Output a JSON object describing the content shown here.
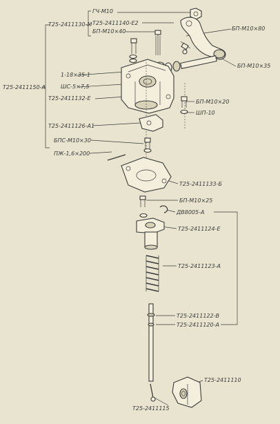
{
  "labels": {
    "gch_m10": "ГЧ-М10",
    "t25_2411130_m": "Т25-2411130-М",
    "t25_2411140_e2": "Т25-2411140-Е2",
    "bp_m10x40": "БП-М10×40",
    "bp_m10x80": "БП-М10×80",
    "bp_m10x35": "БП-М10×35",
    "t25_2411150_a": "Т25-2411150-А",
    "b_18x35_1": "1-18×35-1",
    "shs_5x7_5": "ШС-5×7,5",
    "t25_2411132_e": "Т25-2411132-Е",
    "bp_m10x20": "БП-М10×20",
    "shp_10": "ШП-10",
    "t25_2411126_a1": "Т25-2411126-А1",
    "bps_m10x30": "БПС-М10×30",
    "pzh_1_6x200": "ПЖ-1,6×200",
    "t25_2411133_b": "Т25-2411133-Б",
    "bp_m10x25": "БП-М10×25",
    "dv_8005_a": "ДВ8005-А",
    "t25_2411124_e": "Т25-2411124-Е",
    "t25_2411123_a": "Т25-2411123-А",
    "t25_2411122_v": "Т25-2411122-В",
    "t25_2411120_a": "Т25-2411120-А",
    "t25_2411110": "Т25-2411110",
    "t25_2411115": "Т25-2411115"
  }
}
